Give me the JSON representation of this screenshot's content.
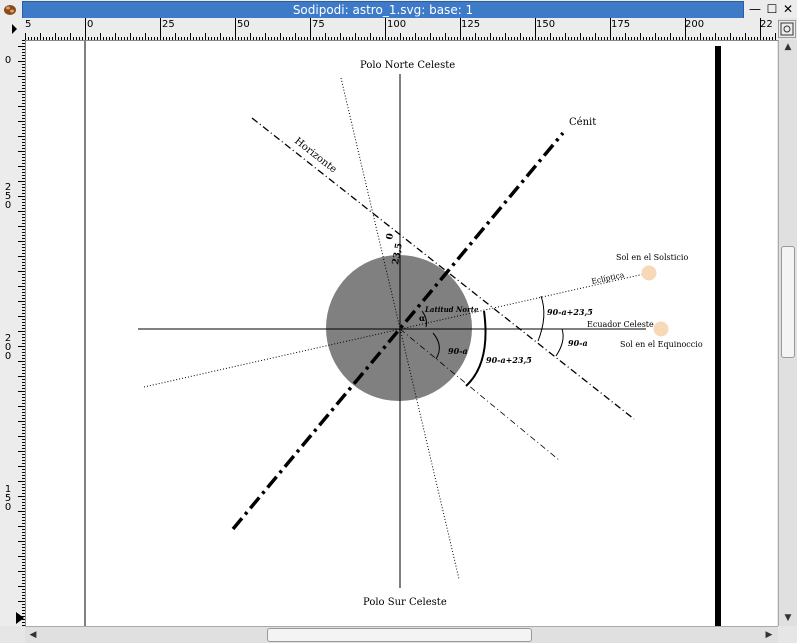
{
  "window": {
    "title": "Sodipodi: astro_1.svg: base: 1",
    "buttons": {
      "minimize": "—",
      "maximize": "☐",
      "close": "✕"
    },
    "app_icon": "sodipodi-logo-icon",
    "accent_color": "#3d7ac8"
  },
  "rulers": {
    "horizontal_labels": [
      "5",
      "0",
      "25",
      "50",
      "75",
      "100",
      "125",
      "150",
      "175",
      "200",
      "22"
    ],
    "vertical_labels": [
      "0",
      "250",
      "200",
      "150"
    ]
  },
  "drawing": {
    "labels": {
      "polo_norte": "Polo Norte Celeste",
      "polo_sur": "Polo Sur Celeste",
      "cenit": "Cénit",
      "horizonte": "Horizonte",
      "sol_solsticio": "Sol en el Solsticio",
      "ecliptica": "Eclíptica",
      "ecuador": "Ecuador Celeste",
      "sol_equinoccio": "Sol en el Equinoccio",
      "angulo_235": "23,5",
      "angulo_0": "0",
      "latitud_norte": "Latitud Norte",
      "alpha": "α",
      "ang_90a_inner": "90-a",
      "ang_90a_235_inner": "90-a+23,5",
      "ang_90a_235_right": "90-a+23,5",
      "ang_90a_right": "90-a"
    },
    "colors": {
      "earth": "#808080",
      "sun": "#f7d9b8"
    }
  }
}
